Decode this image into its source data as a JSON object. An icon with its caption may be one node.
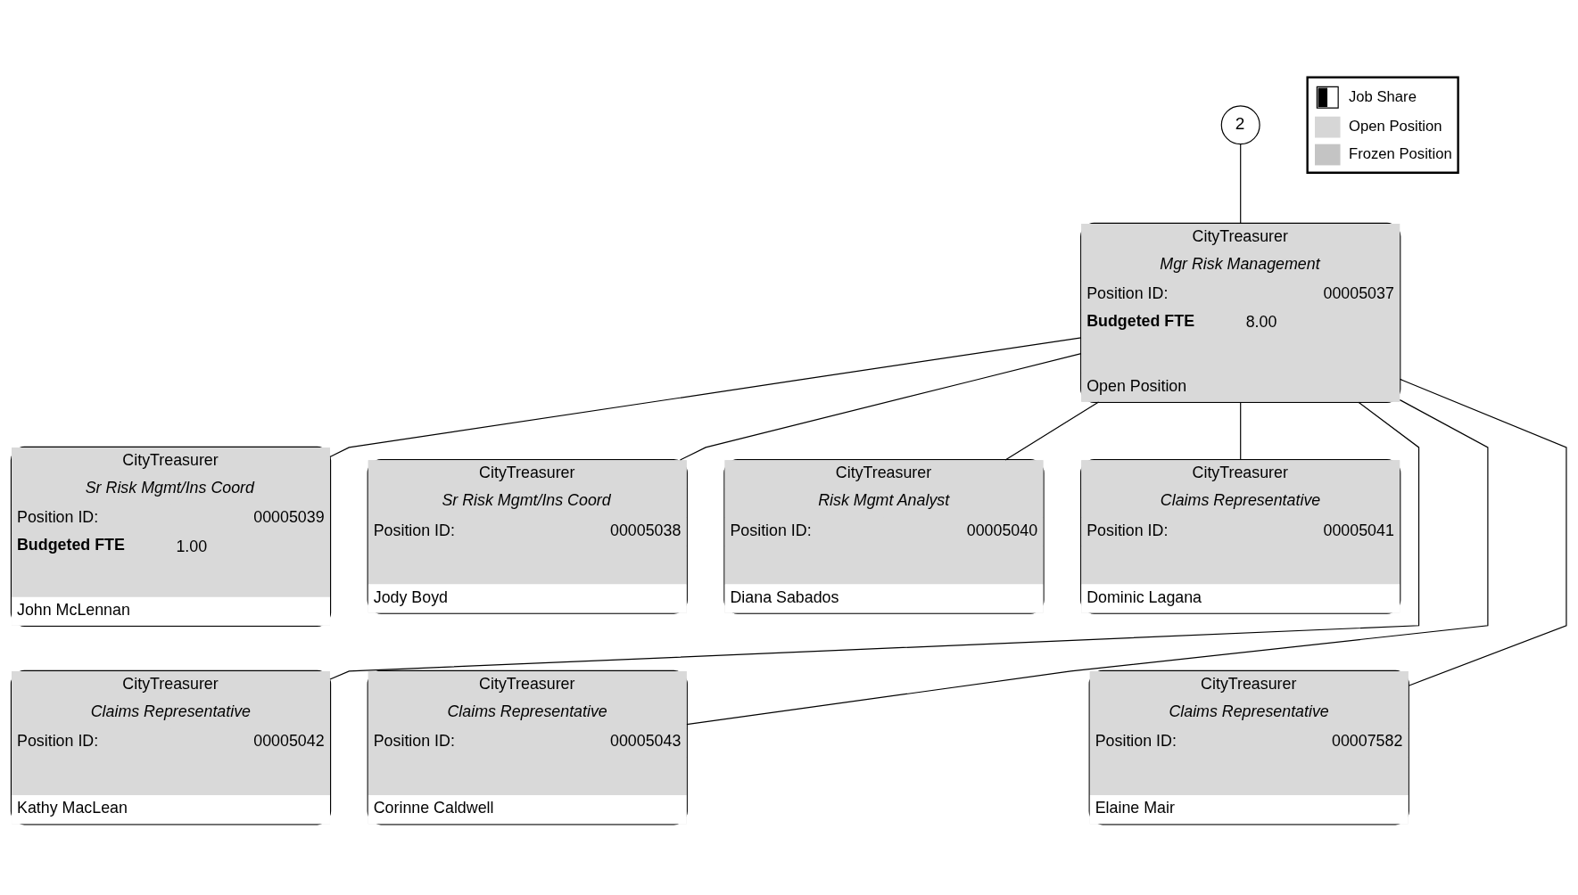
{
  "diagram": {
    "nodes": [
      {
        "text": [
          "2"
        ]
      },
      {
        "text": [
          "CityTreasurer",
          "Mgr Risk Management",
          "Position ID:",
          "00005037",
          "Budgeted FTE",
          "8.00",
          "Open Position"
        ]
      },
      {
        "text": [
          "CityTreasurer",
          "Sr Risk Mgmt/Ins Coord",
          "Position ID:",
          "00005039",
          "Budgeted FTE",
          "1.00",
          "John McLennan"
        ]
      },
      {
        "text": [
          "CityTreasurer",
          "Sr Risk Mgmt/Ins Coord",
          "Position ID:",
          "00005038",
          "Jody Boyd"
        ]
      },
      {
        "text": [
          "CityTreasurer",
          "Risk Mgmt Analyst",
          "Position ID:",
          "00005040",
          "Diana Sabados"
        ]
      },
      {
        "text": [
          "CityTreasurer",
          "Claims Representative",
          "Position ID:",
          "00005041",
          "Dominic Lagana"
        ]
      },
      {
        "text": [
          "CityTreasurer",
          "Claims Representative",
          "Position ID:",
          "00005042",
          "Kathy MacLean"
        ]
      },
      {
        "text": [
          "CityTreasurer",
          "Claims Representative",
          "Position ID:",
          "00005043",
          "Corinne Caldwell"
        ]
      },
      {
        "text": [
          "CityTreasurer",
          "Claims Representative",
          "Position ID:",
          "00007582",
          "Elaine Mair"
        ]
      }
    ],
    "edges": [
      {
        "from": 0,
        "to": 1,
        "arrow": "none"
      },
      {
        "from": 1,
        "to": 2,
        "arrow": "none"
      },
      {
        "from": 1,
        "to": 3,
        "arrow": "none"
      },
      {
        "from": 1,
        "to": 4,
        "arrow": "none"
      },
      {
        "from": 1,
        "to": 5,
        "arrow": "none"
      },
      {
        "from": 1,
        "to": 6,
        "arrow": "none"
      },
      {
        "from": 1,
        "to": 7,
        "arrow": "none"
      },
      {
        "from": 1,
        "to": 8,
        "arrow": "none"
      }
    ],
    "legend": [
      {
        "text": "Job Share"
      },
      {
        "text": "Open Position",
        "color": "#d6d6d6"
      },
      {
        "text": "Frozen Position",
        "color": "#c4c4c4"
      }
    ]
  }
}
